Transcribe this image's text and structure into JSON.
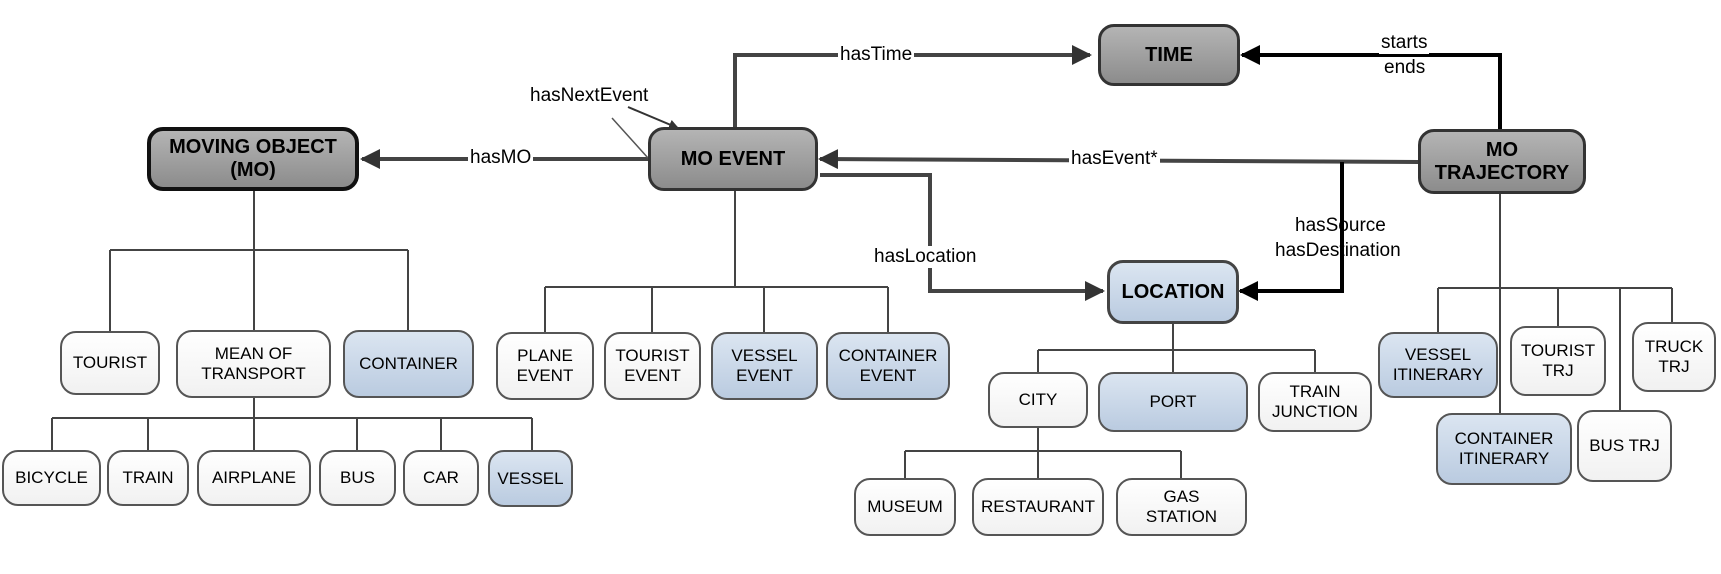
{
  "nodes": {
    "time": "TIME",
    "mo": [
      "MOVING OBJECT",
      "(MO)"
    ],
    "mo_event": "MO EVENT",
    "mo_trajectory": [
      "MO",
      "TRAJECTORY"
    ],
    "location": "LOCATION",
    "tourist": "TOURIST",
    "mean_of_transport": [
      "MEAN OF",
      "TRANSPORT"
    ],
    "container": "CONTAINER",
    "bicycle": "BICYCLE",
    "train": "TRAIN",
    "airplane": "AIRPLANE",
    "bus": "BUS",
    "car": "CAR",
    "vessel": "VESSEL",
    "plane_event": [
      "PLANE",
      "EVENT"
    ],
    "tourist_event": [
      "TOURIST",
      "EVENT"
    ],
    "vessel_event": [
      "VESSEL",
      "EVENT"
    ],
    "container_event": [
      "CONTAINER",
      "EVENT"
    ],
    "city": "CITY",
    "port": "PORT",
    "train_junction": [
      "TRAIN",
      "JUNCTION"
    ],
    "museum": "MUSEUM",
    "restaurant": "RESTAURANT",
    "gas_station": [
      "GAS",
      "STATION"
    ],
    "vessel_itinerary": [
      "VESSEL",
      "ITINERARY"
    ],
    "tourist_trj": [
      "TOURIST",
      "TRJ"
    ],
    "truck_trj": [
      "TRUCK",
      "TRJ"
    ],
    "container_itinerary": [
      "CONTAINER",
      "ITINERARY"
    ],
    "bus_trj": "BUS TRJ"
  },
  "edges": {
    "has_time": "hasTime",
    "starts": "starts",
    "ends": "ends",
    "has_next_event": "hasNextEvent",
    "has_mo": "hasMO",
    "has_event": "hasEvent*",
    "has_location": "hasLocation",
    "has_source": "hasSource",
    "has_destination": "hasDestination"
  },
  "colors": {
    "core_fill": "#9e9e9e",
    "location_fill": "#c8d6e8",
    "plain_fill": "#ffffff",
    "line": "#444444"
  }
}
